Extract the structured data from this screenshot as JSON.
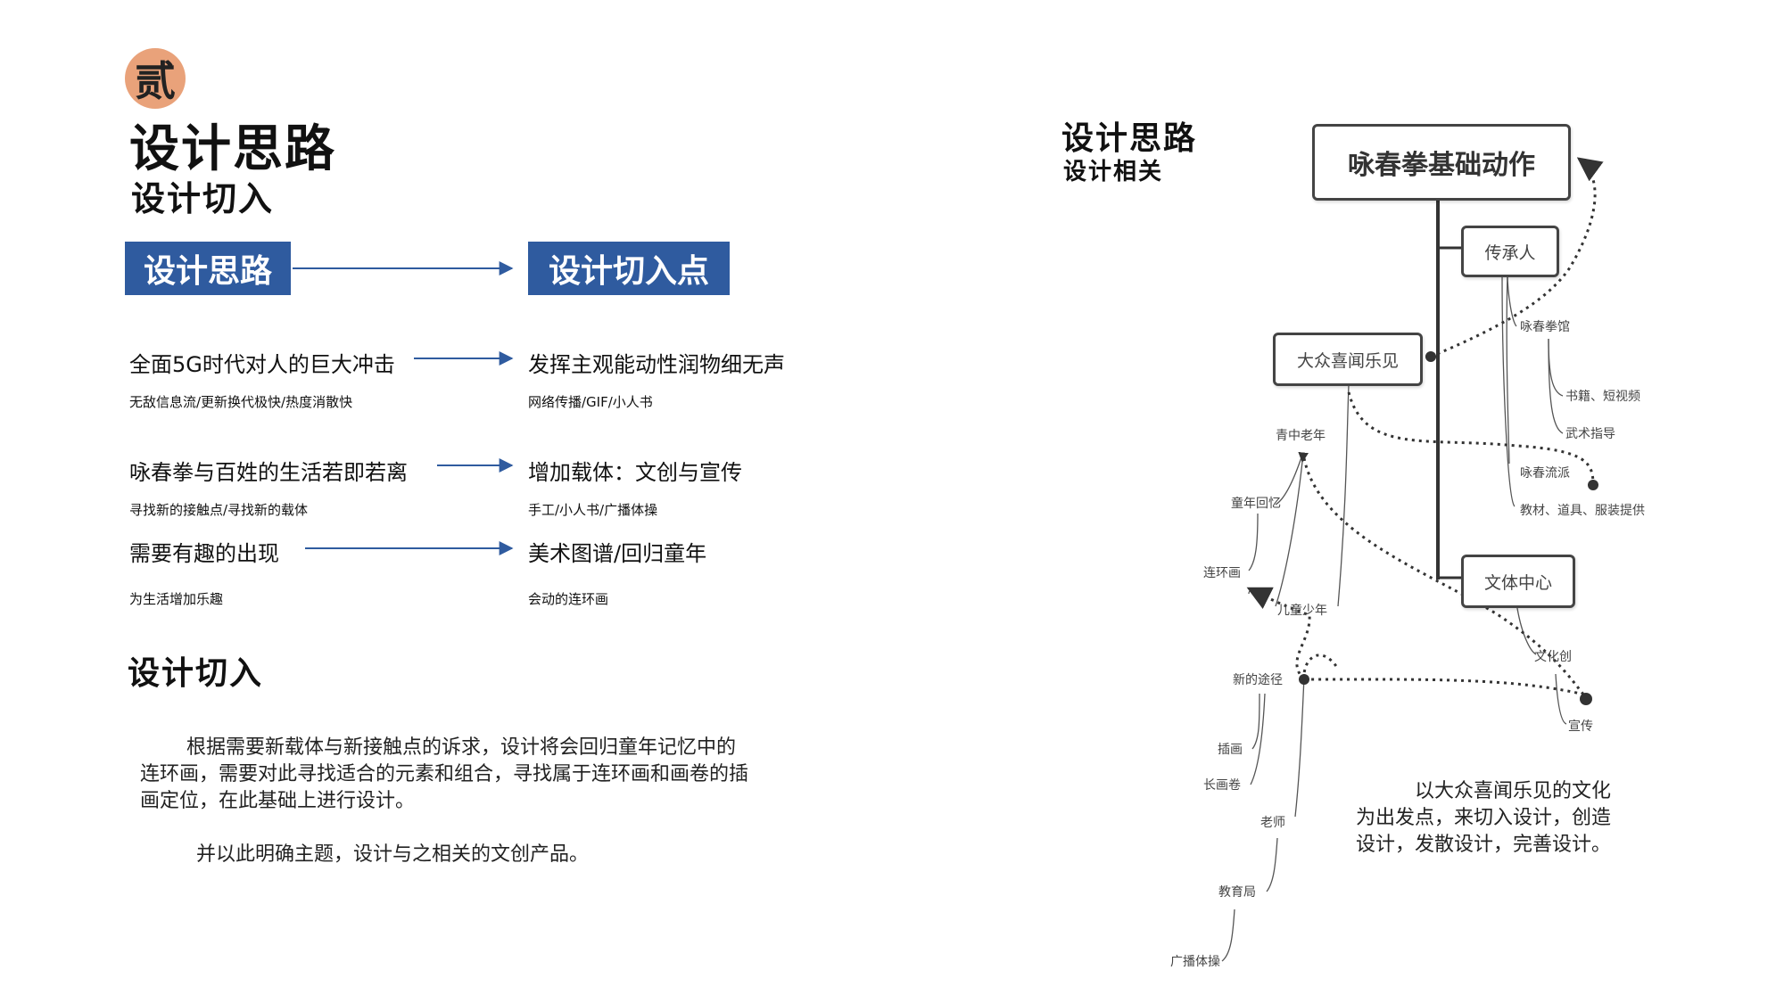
{
  "badge": "贰",
  "left": {
    "title": "设计思路",
    "subtitle": "设计切入",
    "box_left": "设计思路",
    "box_right": "设计切入点",
    "rows": [
      {
        "left_main": "全面5G时代对人的巨大冲击",
        "left_sub": "无敌信息流/更新换代极快/热度消散快",
        "right_main": "发挥主观能动性润物细无声",
        "right_sub": "网络传播/GIF/小人书"
      },
      {
        "left_main": "咏春拳与百姓的生活若即若离",
        "left_sub": "寻找新的接触点/寻找新的载体",
        "right_main": "增加载体：文创与宣传",
        "right_sub": "手工/小人书/广播体操"
      },
      {
        "left_main": "需要有趣的出现",
        "left_sub": "为生活增加乐趣",
        "right_main": "美术图谱/回归童年",
        "right_sub": "会动的连环画"
      }
    ],
    "section_title": "设计切入",
    "paragraph": "根据需要新载体与新接触点的诉求，设计将会回归童年记忆中的连环画，需要对此寻找适合的元素和组合，寻找属于连环画和画卷的插画定位，在此基础上进行设计。",
    "paragraph2": "并以此明确主题，设计与之相关的文创产品。"
  },
  "right": {
    "title": "设计思路",
    "subtitle": "设计相关",
    "root": "咏春拳基础动作",
    "node_inheritor": "传承人",
    "node_public": "大众喜闻乐见",
    "node_culture": "文体中心",
    "leaves": {
      "wingchun_hall": "咏春拳馆",
      "books_video": "书籍、短视频",
      "martial_guide": "武术指导",
      "wingchun_school": "咏春流派",
      "materials": "教材、道具、服装提供",
      "youth_elder": "青中老年",
      "childhood": "童年回忆",
      "comic": "连环画",
      "children": "儿童少年",
      "new_path": "新的途径",
      "illustration": "插画",
      "scroll": "长画卷",
      "teacher": "老师",
      "edu_bureau": "教育局",
      "radio_exercise": "广播体操",
      "cultural_creative": "文化创",
      "promotion": "宣传"
    },
    "paragraph": "以大众喜闻乐见的文化为出发点，来切入设计，创造设计，发散设计，完善设计。"
  },
  "colors": {
    "accent_blue": "#2f5b9f",
    "badge_orange": "#e9a27a",
    "line_gray": "#444444"
  }
}
